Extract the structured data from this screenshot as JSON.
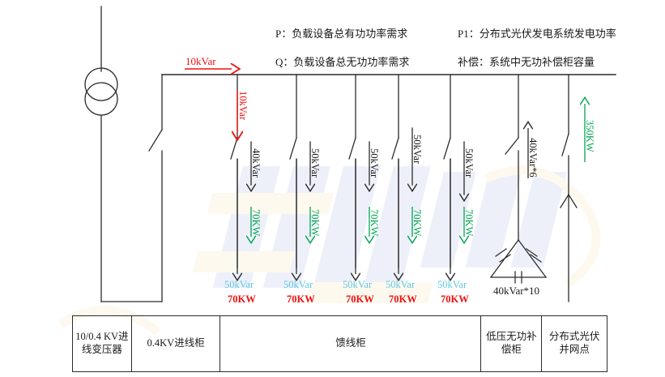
{
  "legend": {
    "lines": [
      {
        "left": "P：负载设备总有功功率需求",
        "right": "P1：分布式光伏发电系统发电功率"
      },
      {
        "left": "Q：负载设备总无功功率需求",
        "right": "补偿：系统中无功补偿柜容量"
      }
    ]
  },
  "incoming": {
    "bus_arrow_label": "10kVar",
    "drop_arrow_label": "10kVar",
    "arrow_color": "#ee1111"
  },
  "feeders": [
    {
      "reactive_rot": "40kVar",
      "active_rot": "70KW",
      "bottom_reactive": "50kVar",
      "bottom_active": "70KW"
    },
    {
      "reactive_rot": "50kVar",
      "active_rot": "70KW",
      "bottom_reactive": "50kVar",
      "bottom_active": "70KW"
    },
    {
      "reactive_rot": "50kVar",
      "active_rot": "70KW",
      "bottom_reactive": "50kVar",
      "bottom_active": "70KW"
    },
    {
      "reactive_rot": "50kVar",
      "active_rot": "70KW",
      "bottom_reactive": "50kVar",
      "bottom_active": "70KW"
    },
    {
      "reactive_rot": "50kVar",
      "active_rot": "70KW",
      "bottom_reactive": "50kVar",
      "bottom_active": "70KW"
    }
  ],
  "compensation": {
    "flow_label": "40kVar*6",
    "bank_label": "40kVar*10"
  },
  "pv": {
    "flow_label": "350KW",
    "flow_color": "#00a550"
  },
  "table": {
    "cells": [
      {
        "text": "10/0.4 KV进线变压器"
      },
      {
        "text": "0.4KV进线柜"
      },
      {
        "text": "馈线柜"
      },
      {
        "text": "低压无功补偿柜"
      },
      {
        "text": "分布式光伏并网点"
      }
    ]
  },
  "colors": {
    "line": "#2b2b2b",
    "reactive_red": "#ee1111",
    "active_green": "#00a550",
    "reactive_cyan": "#5ec8e5",
    "active_red": "#ee1111"
  }
}
